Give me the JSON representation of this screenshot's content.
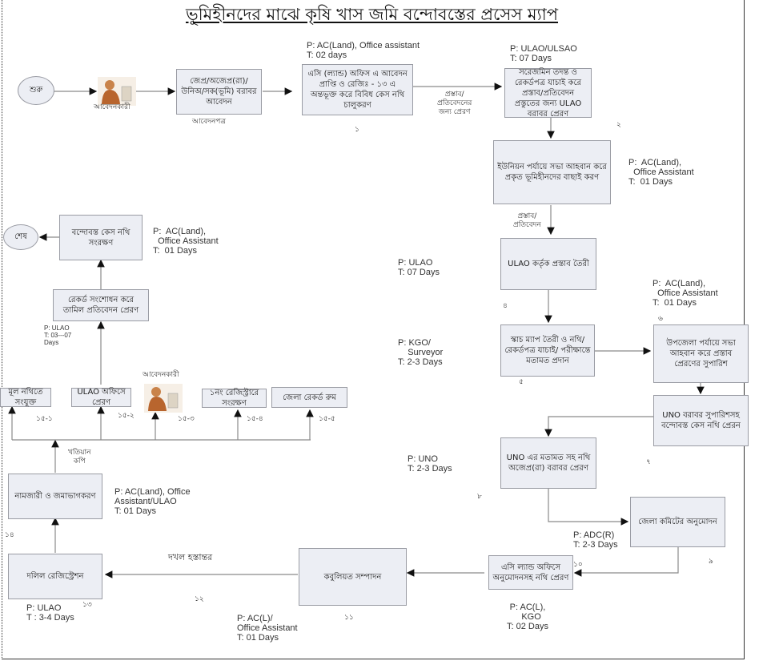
{
  "title": "ভূমিহীনদের মাঝে কৃষি খাস জমি বন্দোবস্তের প্রসেস ম্যাপ",
  "terminals": {
    "start": "শুরু",
    "end": "শেষ"
  },
  "applicant_label": "আবেদনকারী",
  "application_form_label": "আবেদনপত্র",
  "steps": {
    "apply": "জেপ্র/অজেপ্র(রা)/ উনিঅ/সক(ভূমি) বরাবর আবেদন",
    "s1": "এসি (ল্যান্ড) অফিস এ আবেদন প্রাপ্তি ও রেজিঃ - ১৩ এ অন্তভূক্ত করে বিবিধ কেস নথি চালুকরণ",
    "s2": "সরেজমিন তদন্ত ও রেকর্ডপত্র যাচাই করে প্রস্তাব/প্রতিবেদন প্রস্তুতের জন্য ULAO বরাবর প্রেরণ",
    "s3": "ইউনিয়ন পর্যায়ে সভা আহবান করে প্রকৃত ভূমিহীনদের বাছাই করণ",
    "s4": "ULAO কর্তৃক প্রস্তাব তৈরী",
    "s5": "স্কাচ ম্যাপ তৈরী ও নথি/রেকর্ডপত্র যাচাই/ পরীক্ষান্তে মতামত প্রদান",
    "s6": "উপজেলা পর্যায়ে সভা আহবান করে প্রস্তাব প্রেরণের সুপারিশ",
    "s7": "UNO বরাবর সুপারিশসহ বন্দোবস্ত কেস নথি প্রেরন",
    "s8": "UNO এর মতামত সহ নথি অজেপ্র(রা) বরাবর প্রেরণ",
    "s9": "জেলা কমিটের অনুমোদন",
    "s10": "এসি ল্যান্ড অফিসে অনুমোদনসহ নথি প্রেরণ",
    "s11": "কবুলিয়ত সম্পাদন",
    "s13": "দলিল রেজিস্ট্রেশন",
    "s14": "নামজারী ও জমাভাগকরণ",
    "s15_1": "মূল নথিতে সংযুক্ত",
    "s15_2": "ULAO অফিসে প্রেরণ",
    "s15_4": "১নং রেজিস্ট্রারে সংরক্ষণ",
    "s15_5": "জেলা রেকর্ড রুম",
    "s16": "রেকর্ড সংশোধন করে তামিল প্রতিবেদন প্রেরণ",
    "s17": "বন্দোবস্ত কেস নথি সংরক্ষণ"
  },
  "edge_labels": {
    "proposal_report": "প্রস্তাব/\nপ্রতিবেদনের\nজন্য প্রেরণ",
    "proposal_report2": "প্রস্তাব/\nপ্রতিবেদন",
    "possession": "দখল হস্তান্তর",
    "khatian_copy": "খতিয়ান\nকপি"
  },
  "numbers": {
    "n1": "১",
    "n2": "২",
    "n4": "৪",
    "n5": "৫",
    "n6": "৬",
    "n7": "৭",
    "n8": "৮",
    "n9": "৯",
    "n10": "১০",
    "n11": "১১",
    "n12": "১২",
    "n13": "১৩",
    "n14": "১৪",
    "n15_1": "১৫-১",
    "n15_2": "১৫-২",
    "n15_3": "১৫-৩",
    "n15_4": "১৫-৪",
    "n15_5": "১৫-৫"
  },
  "annotations": {
    "a1": "P: AC(Land), Office assistant\nT: 02 days",
    "a2": "P: ULAO/ULSAO\nT: 07 Days",
    "a3": "P:  AC(Land),\n  Office Assistant\nT:  01 Days",
    "a4": "P: ULAO\nT: 07 Days",
    "a5": "P: KGO/\n    Surveyor\nT: 2-3 Days",
    "a6": "P:  AC(Land),\n  Office Assistant\nT:  01 Days",
    "a8": "P: UNO\nT: 2-3 Days",
    "a9": "P: ADC(R)\nT: 2-3 Days",
    "a10": "P: AC(L),\n   KGO\nT: 02 Days",
    "a11": "P: AC(L)/\nOffice Assistant\nT: 01 Days",
    "a13": "P: ULAO\nT : 3-4 Days",
    "a14": "P: AC(Land), Office\nAssistant/ULAO\nT: 01 Days",
    "a16": "P: ULAO\nT: 03---07\nDays",
    "a17": "P:  AC(Land),\n  Office Assistant\nT:  01 Days"
  },
  "colors": {
    "box_fill": "#eceef4",
    "box_border": "#9a9ca4",
    "line": "#8a8a8a"
  }
}
